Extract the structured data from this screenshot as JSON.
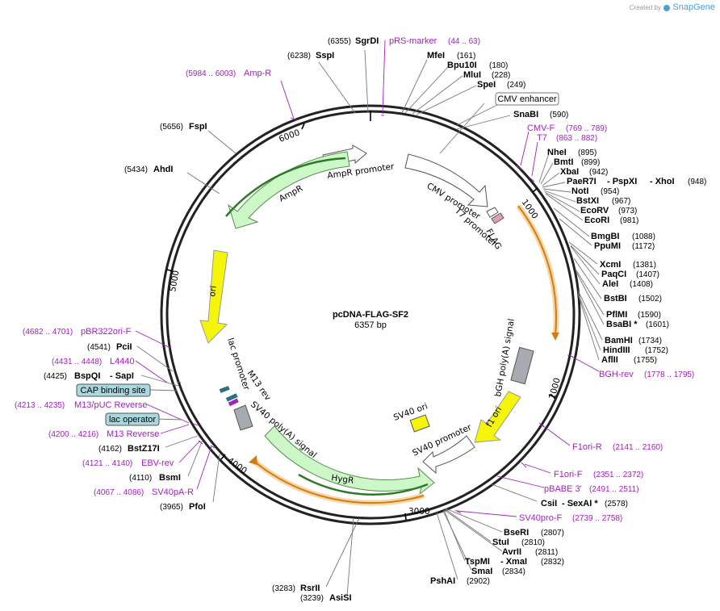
{
  "brand": {
    "prefix": "Created by",
    "name": "SnapGene",
    "color": "#4a9fd6"
  },
  "title": "pcDNA-FLAG-SF2",
  "length_label": "6357 bp",
  "ticks": [
    "1000",
    "2000",
    "3000",
    "4000",
    "5000",
    "6000"
  ],
  "enzymes": [
    {
      "name": "SgrDI",
      "pos": "(6355)"
    },
    {
      "name": "SspI",
      "pos": "(6238)"
    },
    {
      "name": "FspI",
      "pos": "(5656)"
    },
    {
      "name": "AhdI",
      "pos": "(5434)"
    },
    {
      "name": "MfeI",
      "pos": "(161)"
    },
    {
      "name": "Bpu10I",
      "pos": "(180)"
    },
    {
      "name": "MluI",
      "pos": "(228)"
    },
    {
      "name": "SpeI",
      "pos": "(249)"
    },
    {
      "name": "SnaBI",
      "pos": "(590)"
    },
    {
      "name": "NheI",
      "pos": "(895)"
    },
    {
      "name": "BmtI",
      "pos": "(899)"
    },
    {
      "name": "XbaI",
      "pos": "(942)"
    },
    {
      "name": "PaeR7I",
      "extra1": "- PspXI",
      "extra2": "- XhoI",
      "pos": "(948)"
    },
    {
      "name": "NotI",
      "pos": "(954)"
    },
    {
      "name": "BstXI",
      "pos": "(967)"
    },
    {
      "name": "EcoRV",
      "pos": "(973)"
    },
    {
      "name": "EcoRI",
      "pos": "(981)"
    },
    {
      "name": "BmgBI",
      "pos": "(1088)"
    },
    {
      "name": "PpuMI",
      "pos": "(1172)"
    },
    {
      "name": "XcmI",
      "pos": "(1381)"
    },
    {
      "name": "PaqCI",
      "pos": "(1407)"
    },
    {
      "name": "AleI",
      "pos": "(1408)"
    },
    {
      "name": "BstBI",
      "pos": "(1502)"
    },
    {
      "name": "PflMI",
      "pos": "(1590)"
    },
    {
      "name": "BsaBI *",
      "pos": "(1601)"
    },
    {
      "name": "BamHI",
      "pos": "(1734)"
    },
    {
      "name": "HindIII",
      "pos": "(1752)"
    },
    {
      "name": "AflII",
      "pos": "(1755)"
    },
    {
      "name": "CsiI",
      "extra1": "- SexAI *",
      "pos": "(2578)"
    },
    {
      "name": "BseRI",
      "pos": "(2807)"
    },
    {
      "name": "StuI",
      "pos": "(2810)"
    },
    {
      "name": "AvrII",
      "pos": "(2811)"
    },
    {
      "name": "TspMI",
      "extra1": "- XmaI",
      "pos": "(2832)"
    },
    {
      "name": "SmaI",
      "pos": "(2834)"
    },
    {
      "name": "PshAI",
      "pos": "(2902)"
    },
    {
      "name": "RsrII",
      "pos": "(3283)"
    },
    {
      "name": "AsiSI",
      "pos": "(3239)"
    },
    {
      "name": "PfoI",
      "pos": "(3965)"
    },
    {
      "name": "BsmI",
      "pos": "(4110)"
    },
    {
      "name": "BstZ17I",
      "pos": "(4162)"
    },
    {
      "name": "BspQI",
      "extra1": "- SapI",
      "pos": "(4425)"
    },
    {
      "name": "PciI",
      "pos": "(4541)"
    }
  ],
  "primers": [
    {
      "name": "pRS-marker",
      "range": "(44 .. 63)"
    },
    {
      "name": "Amp-R",
      "range": "(5984 .. 6003)"
    },
    {
      "name": "CMV-F",
      "range": "(769 .. 789)"
    },
    {
      "name": "T7",
      "range": "(863 .. 882)"
    },
    {
      "name": "BGH-rev",
      "range": "(1778 .. 1795)"
    },
    {
      "name": "F1ori-R",
      "range": "(2141 .. 2160)"
    },
    {
      "name": "F1ori-F",
      "range": "(2351 .. 2372)"
    },
    {
      "name": "pBABE 3'",
      "range": "(2491 .. 2511)"
    },
    {
      "name": "SV40pro-F",
      "range": "(2739 .. 2758)"
    },
    {
      "name": "pBR322ori-F",
      "range": "(4682 .. 4701)"
    },
    {
      "name": "L4440",
      "range": "(4431 .. 4448)"
    },
    {
      "name": "M13/pUC Reverse",
      "range": "(4213 .. 4235)"
    },
    {
      "name": "M13 Reverse",
      "range": "(4200 .. 4216)"
    },
    {
      "name": "EBV-rev",
      "range": "(4121 .. 4140)"
    },
    {
      "name": "SV40pA-R",
      "range": "(4067 .. 4086)"
    }
  ],
  "boxes": {
    "cmv_enhancer": "CMV enhancer",
    "cap_site": "CAP binding site",
    "lac_operator": "lac operator"
  },
  "features": {
    "ampr_promoter": "AmpR promoter",
    "ampr": "AmpR",
    "ori": "ori",
    "cmv_promoter": "CMV promoter",
    "t7_promoter": "T7 promoter",
    "flag": "FLAG",
    "bgh": "bGH poly(A) signal",
    "f1ori": "f1 ori",
    "sv40ori": "SV40 ori",
    "sv40prom": "SV40 promoter",
    "hygr": "HygR",
    "sv40pa": "SV40 poly(A) signal",
    "lac_promoter": "lac promoter",
    "m13rev": "M13 rev"
  },
  "colors": {
    "enzyme": "#000000",
    "primer": "#a020c0",
    "arrow_fill": "#ccf7c6",
    "arrow_stroke": "#5a8a55",
    "ori": "#f5f50a",
    "orange": "#e89b30",
    "box": "#a8d8e0"
  }
}
